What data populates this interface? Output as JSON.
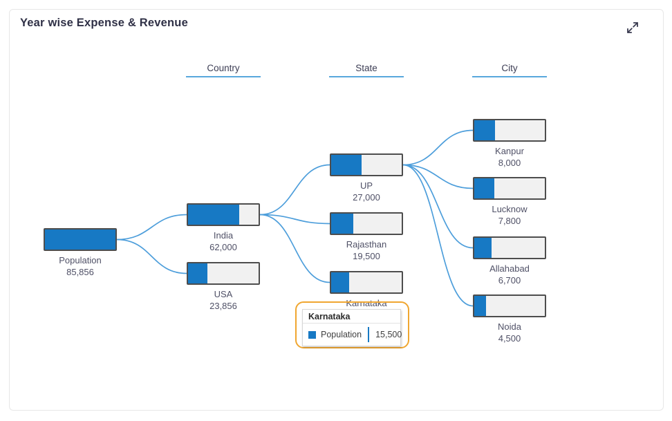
{
  "card": {
    "title": "Year wise Expense & Revenue"
  },
  "toolbar": {
    "expand_icon": "expand-arrows"
  },
  "columns": [
    {
      "label": "Country"
    },
    {
      "label": "State"
    },
    {
      "label": "City"
    }
  ],
  "chart_data": {
    "type": "tree",
    "title": "Year wise Expense & Revenue",
    "value_label": "Population",
    "levels": [
      "Country",
      "State",
      "City"
    ],
    "nodes": [
      {
        "id": "population",
        "name": "Population",
        "value": "85,856",
        "value_num": 85856,
        "parent": null,
        "fill_pct": 100
      },
      {
        "id": "india",
        "name": "India",
        "value": "62,000",
        "value_num": 62000,
        "parent": "population",
        "fill_pct": 72.2
      },
      {
        "id": "usa",
        "name": "USA",
        "value": "23,856",
        "value_num": 23856,
        "parent": "population",
        "fill_pct": 27.8
      },
      {
        "id": "up",
        "name": "UP",
        "value": "27,000",
        "value_num": 27000,
        "parent": "india",
        "fill_pct": 43.5
      },
      {
        "id": "rajasthan",
        "name": "Rajasthan",
        "value": "19,500",
        "value_num": 19500,
        "parent": "india",
        "fill_pct": 31.5
      },
      {
        "id": "karnataka",
        "name": "Karnataka",
        "value": "15,500",
        "value_num": 15500,
        "parent": "india",
        "fill_pct": 25
      },
      {
        "id": "kanpur",
        "name": "Kanpur",
        "value": "8,000",
        "value_num": 8000,
        "parent": "up",
        "fill_pct": 29.6
      },
      {
        "id": "lucknow",
        "name": "Lucknow",
        "value": "7,800",
        "value_num": 7800,
        "parent": "up",
        "fill_pct": 28.9
      },
      {
        "id": "allahabad",
        "name": "Allahabad",
        "value": "6,700",
        "value_num": 6700,
        "parent": "up",
        "fill_pct": 24.8
      },
      {
        "id": "noida",
        "name": "Noida",
        "value": "4,500",
        "value_num": 4500,
        "parent": "up",
        "fill_pct": 16.7
      }
    ]
  },
  "tooltip": {
    "title": "Karnataka",
    "series": "Population",
    "value": "15,500",
    "border_color": "#f0a62f",
    "swatch_color": "#1779c4"
  },
  "colors": {
    "node_fill": "#1779c4",
    "node_empty": "#f1f1f1",
    "node_border": "#4d4d4d",
    "link": "#4d9edb",
    "underline": "#58a7dc"
  }
}
